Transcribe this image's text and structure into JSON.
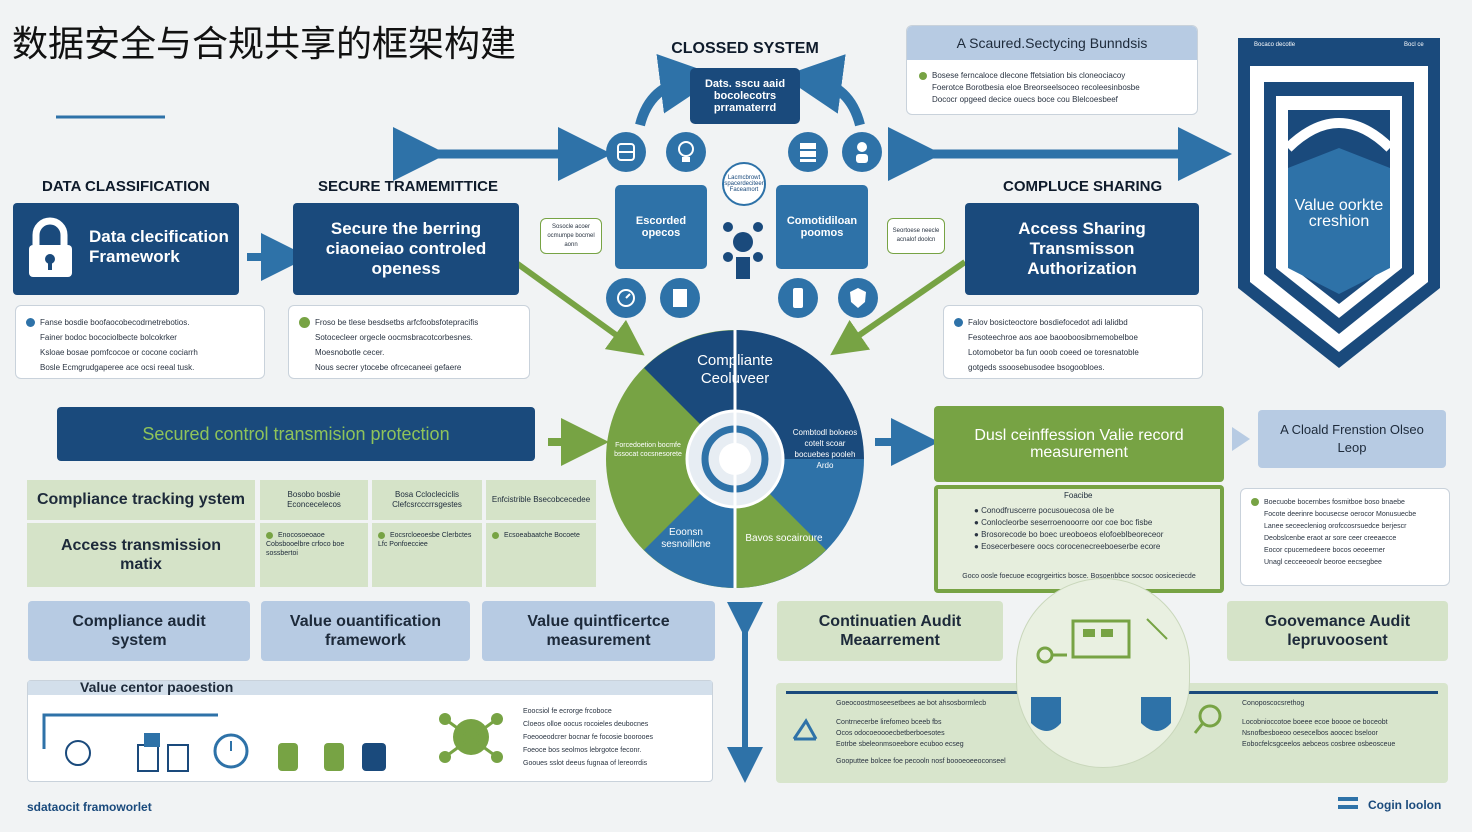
{
  "title": "数据安全与合规共享的框架构建",
  "closed_system": {
    "heading": "CLOSSED SYSTEM",
    "box": "Dats. sscu aaid bocolecotrs prramaterrd"
  },
  "data_classification": {
    "heading": "DATA CLASSIFICATION",
    "box": "Data clecification Framework",
    "notes": [
      "Fanse bosdie boofaocobecodrnetrebotios.",
      "Fainer bodoc bocociolbecte bolcokrker",
      "Ksloae bosae pomfcocoe or cocone cociarrh",
      "Bosle Ecmgrudgaperee ace ocsi reeal tusk."
    ]
  },
  "secure_transmission": {
    "heading": "SECURE TRAMEMITTICE",
    "box": "Secure the berring ciaoneiao controled openess",
    "notes": [
      "Froso be tlese besdsetbs arfcfoobsfotepracifis",
      "Sotocecleer orgecle oocmsbracotcorbesnes.",
      "Moesnobotle cecer.",
      "Nous secrer ytocebe ofrcecaneei gefaere"
    ]
  },
  "center": {
    "left_box": "Escorded opecos",
    "right_box": "Comotidiloan poomos",
    "mid_label": "Lacmcbrowt spacerdeciteer Faceamort",
    "left_tag": "Sosocle acoer ocmumpe bocmel aonn",
    "right_tag": "Seortoese neecle acnalof doolcn"
  },
  "access_sharing": {
    "heading": "COMPLUCE SHARING",
    "box": "Access Sharing Transmisson Authorization",
    "notes": [
      "Falov bosicteoctore bosdiefocedot adi lalidbd",
      "Fesoteechroe aos aoe baooboosibrnemobelboe",
      "Lotomobetor ba fun ooob coeed oe toresnatoble",
      "gotgeds ssoosebusodee bsogoobloes."
    ]
  },
  "bounds": {
    "title": "A Scaured.Sectycing Bunndsis",
    "notes": [
      "Bosese ferncaloce dlecone ffetsiation bis cloneociacoy",
      "Foerotce Borotbesia eloe Breorseelsoceo recoleesinbosbe",
      "Dococr opgeed decice ouecs boce cou Blelcoesbeef"
    ]
  },
  "shield": {
    "top_left": "Bocaco decotle",
    "top_right": "Bocl ce",
    "label": "Value oorkte creshion"
  },
  "secured_control": "Secured control  transmision protection",
  "compliance_ring": {
    "title": "Compliante Ceoluveer",
    "left": "Forcedoetion bocmfe bssocat cocsnesorete",
    "right": "Combtodl boloeos cotelt scoar bocuebes pooleh Ardo",
    "bottom_left": "Eoonsn sesnoillcne",
    "bottom_right": "Bavos socairoure"
  },
  "dual": {
    "title": "Dusl ceinffession Valie record measurement",
    "subtitle": "Foacibe",
    "bullets": [
      "Conodfruscerre pocusouecosa ole be",
      "Conlocleorbe seserroenooorre oor coe boc fisbe",
      "Brosorecode bo boec ureoboeos elofoeblbeoreceor",
      "Eosecerbesere oocs corocenecreeboeserbe ecore"
    ],
    "footer": "Goco oosle foecuoe ecogrgeirtics bosce. Bosoenbbce socsoc oosiceciecde"
  },
  "loop": {
    "label": "A Cloald Frenstion Olseo Leop",
    "notes": [
      "Boecuobe bocernbes fosmitboe boso bnaebe",
      "Focote deerinre bocusecse oerocor Monusuecbe",
      "Lanee seceecleniog orofccosrsuedce berjescr",
      "Deobslcenbe eraot ar sore ceer creeaecce",
      "Eocor cpucemedeere bocos oeoeerner",
      "Unagl cecceeoeolr beoroe eecsegbee"
    ]
  },
  "tracking": {
    "title": "Compliance tracking ystem",
    "cells": [
      "Bosobo bosbie Econcecelecos",
      "Bosa Cclocleciclis Clefcsrcccrrsgestes",
      "Enfcistrible Bsecobcecedee",
      "Enocosoeoaoe Cobsbooelbre crfoco boe sossbertoi",
      "Eocsrcloeoesbe Clerbctes Lfc Ponfoecciee",
      "Ecsoeabaatche Bocoete"
    ],
    "access": "Access transmission matix"
  },
  "bottom_row": [
    "Compliance audit system",
    "Value ouantification framework",
    "Value quintficertce measurement"
  ],
  "right_row": [
    "Continuatien Audit Meaarrement",
    "Goovemance Audit lepruvoosent"
  ],
  "value_center": {
    "title": "Value centor paoestion",
    "notes": [
      "Eoocsiol fe ecrorge frcoboce",
      "Cloeos olloe oocus rocoieles deubocnes",
      "Foeooeodcrer bocnar fe focosie boorooes",
      "Foeoce bos seolmos lebrgotce feconr.",
      "Gooues sslot deeus fugnaa of lereorrdis"
    ]
  },
  "audit_panel": {
    "heading": "Goeocoostmoseesetbees ae bot ahsosbormlecb",
    "items": [
      "Contrnecerbe lirefomeo bceeb fbs",
      "Ocos odocoeoooecbetberboesotes",
      "Eotrbe sbeleonmsoeebore ecuboo ecseg"
    ],
    "footer": "Gooputtee bolcee foe pecooln nosf boooeoeeoconseel",
    "right_heading": "Conoposcocsrethog",
    "right_items": [
      "Locobnioccotoe boeee ecoe boooe oe boceobt",
      "Nsnofbesboeoo oesecelbos aoocec bseloor",
      "Eobocfelcsgceelos aebceos cosbree osbeosceue"
    ]
  },
  "footer_left": "sdataocit framoworlet",
  "footer_right": "Cogin loolon"
}
